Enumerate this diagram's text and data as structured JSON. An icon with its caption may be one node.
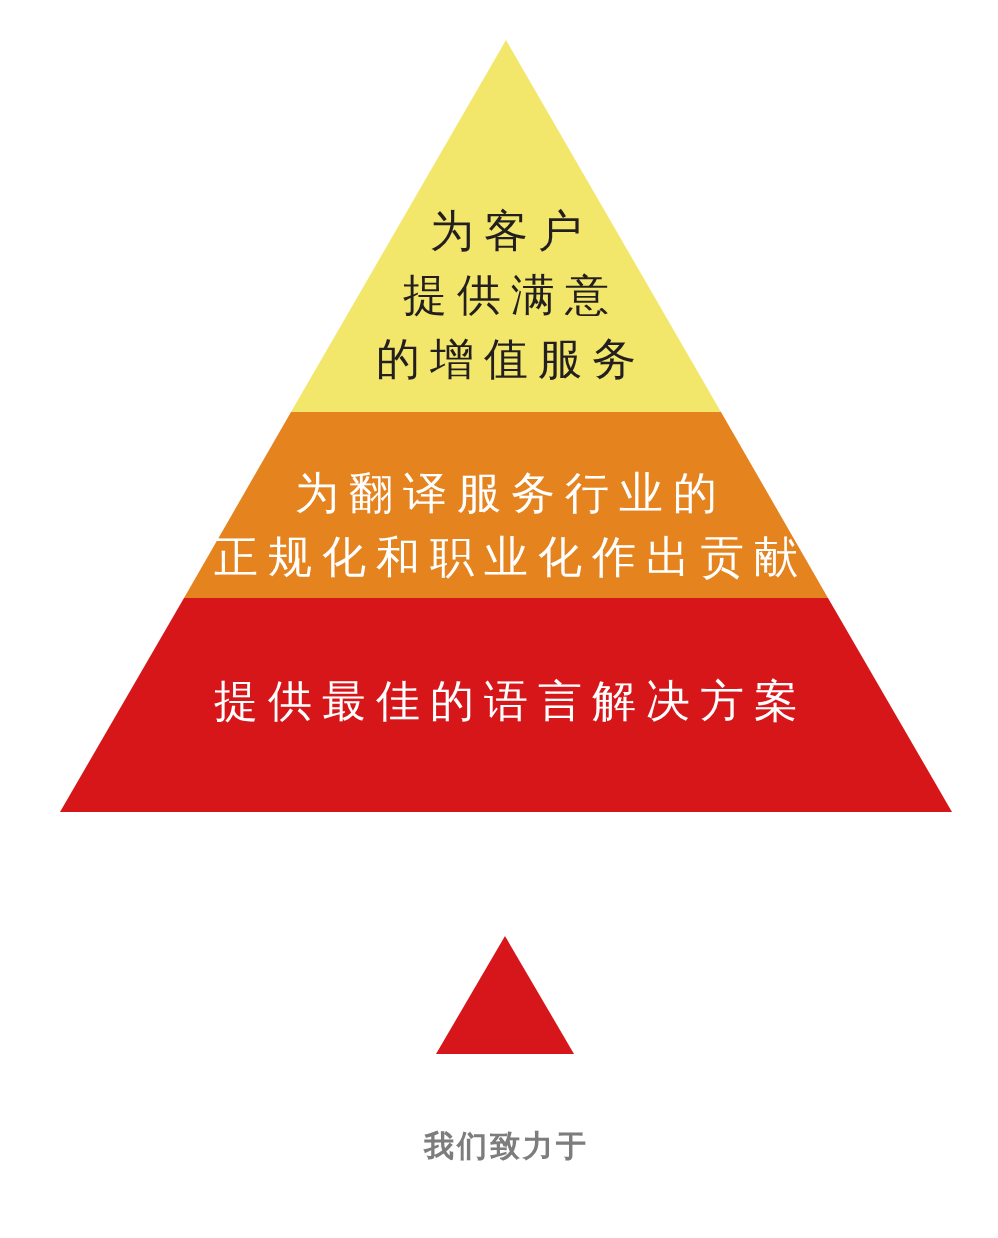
{
  "diagram": {
    "nodes": [
      {
        "text": [
          "为客户提供满意的增值服务"
        ]
      },
      {
        "text": [
          "为翻译服务行业的正规化和职业化作出贡献"
        ]
      },
      {
        "text": [
          "提供最佳的语言解决方案"
        ]
      },
      {
        "text": [],
        "shape": "triangle",
        "beside": [
          "我们致力于"
        ]
      }
    ]
  }
}
